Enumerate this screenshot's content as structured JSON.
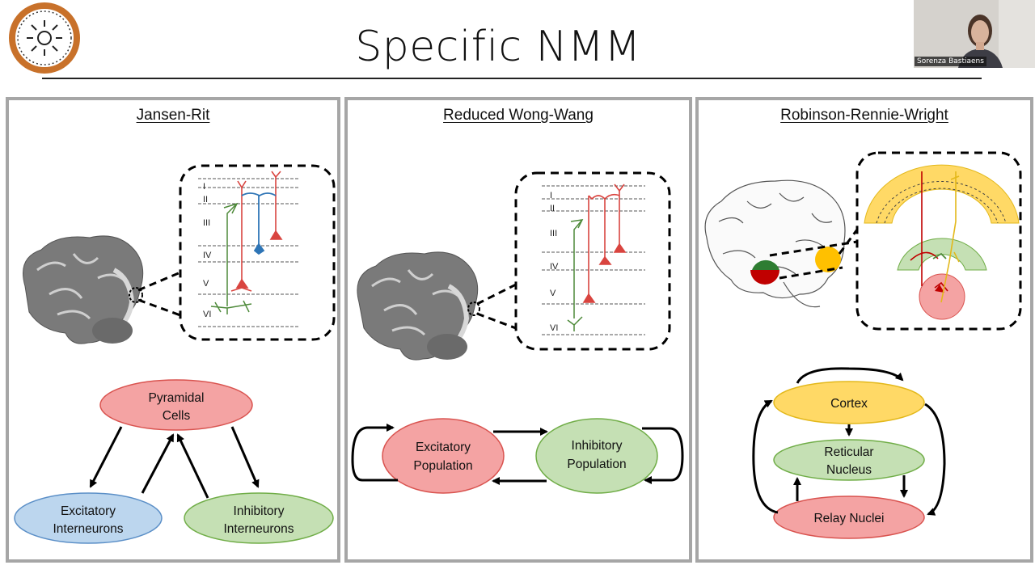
{
  "slide": {
    "title": "Specific NMM"
  },
  "presenter": {
    "name": "Sorenza Bastiaens"
  },
  "panels": [
    {
      "title": "Jansen-Rit",
      "layers": [
        "I",
        "II",
        "III",
        "IV",
        "V",
        "VI"
      ],
      "nodes": {
        "pyramidal": [
          "Pyramidal",
          "Cells"
        ],
        "excitatory": [
          "Excitatory",
          "Interneurons"
        ],
        "inhibitory": [
          "Inhibitory",
          "Interneurons"
        ]
      }
    },
    {
      "title": "Reduced Wong-Wang",
      "layers": [
        "I",
        "II",
        "III",
        "IV",
        "V",
        "VI"
      ],
      "nodes": {
        "excitatory": [
          "Excitatory",
          "Population"
        ],
        "inhibitory": [
          "Inhibitory",
          "Population"
        ]
      }
    },
    {
      "title": "Robinson-Rennie-Wright",
      "nodes": {
        "cortex": [
          "Cortex"
        ],
        "reticular": [
          "Reticular",
          "Nucleus"
        ],
        "relay": [
          "Relay Nuclei"
        ]
      }
    }
  ],
  "colors": {
    "logo_ring": "#c8712a",
    "panel_border": "#a6a6a6",
    "pink_node": "#f4a3a3",
    "pink_stroke": "#d9534f",
    "blue_node": "#bcd6ee",
    "blue_stroke": "#5b8fc7",
    "green_node": "#c5e0b4",
    "green_stroke": "#70ad47",
    "yellow_node": "#ffd966",
    "yellow_stroke": "#e3b81a",
    "red_neuron": "#d9443f",
    "blue_neuron": "#2e75b6",
    "green_neuron": "#4e8a3a"
  }
}
